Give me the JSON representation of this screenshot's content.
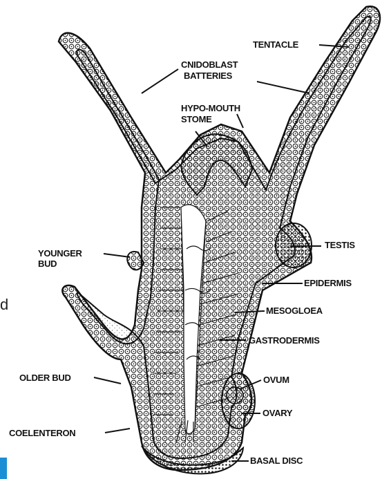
{
  "labels": {
    "tentacle": "TENTACLE",
    "cnidoblast_1": "CNIDOBLAST",
    "cnidoblast_2": "BATTERIES",
    "hypostome_1": "HYPO-MOUTH",
    "hypostome_2": "STOME",
    "testis": "TESTIS",
    "younger_bud_1": "YOUNGER",
    "younger_bud_2": "BUD",
    "epidermis": "EPIDERMIS",
    "mesogloea": "MESOGLOEA",
    "gastrodermis": "GASTRODERMIS",
    "older_bud": "OLDER BUD",
    "ovum": "OVUM",
    "ovary": "OVARY",
    "coelenteron": "COELENTERON",
    "basal_disc": "BASAL DISC"
  },
  "edge_fragment": "d",
  "colors": {
    "ink": "#111111",
    "edge_bar": "#1a8fd6"
  }
}
